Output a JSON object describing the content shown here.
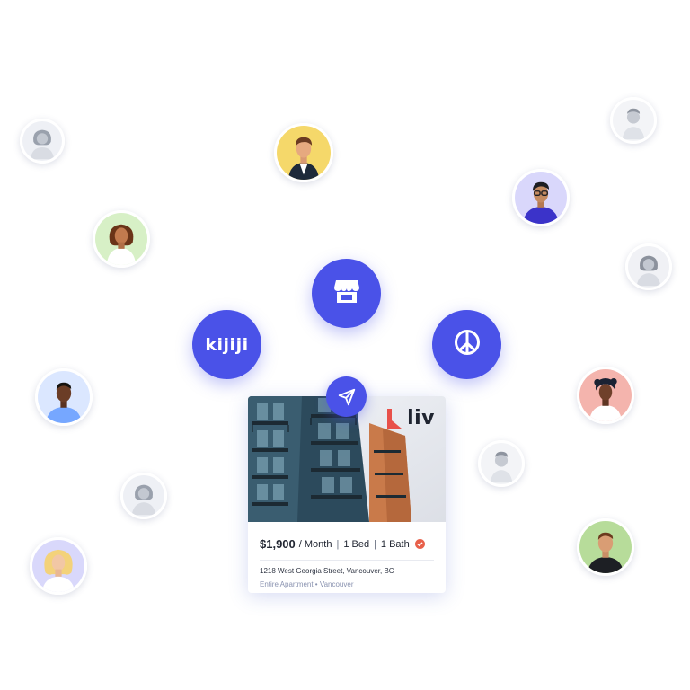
{
  "channels": {
    "kijiji": {
      "label": "kijiji",
      "icon": "kijiji-logo-icon"
    },
    "marketplace": {
      "icon": "storefront-icon"
    },
    "craigslist": {
      "icon": "peace-sign-icon"
    }
  },
  "send_button": {
    "icon": "send-icon"
  },
  "listing": {
    "brand": "liv",
    "price": "$1,900",
    "period": "/ Month",
    "beds": "1 Bed",
    "baths": "1 Bath",
    "address": "1218 West Georgia Street, Vancouver, BC",
    "type_location": "Entire Apartment • Vancouver",
    "verified_icon": "verified-check-icon"
  },
  "colors": {
    "accent": "#4a52e8",
    "brand_red": "#e8504a",
    "verified": "#e8604a"
  },
  "avatars": [
    {
      "name": "avatar-grey-woman-1",
      "style": "placeholder"
    },
    {
      "name": "avatar-man-yellow",
      "style": "illustrated"
    },
    {
      "name": "avatar-grey-man-topright",
      "style": "placeholder"
    },
    {
      "name": "avatar-woman-green",
      "style": "illustrated"
    },
    {
      "name": "avatar-man-glasses-purple",
      "style": "illustrated"
    },
    {
      "name": "avatar-grey-woman-right",
      "style": "placeholder"
    },
    {
      "name": "avatar-man-blue",
      "style": "illustrated"
    },
    {
      "name": "avatar-woman-red",
      "style": "illustrated"
    },
    {
      "name": "avatar-grey-woman-bottomleft",
      "style": "placeholder"
    },
    {
      "name": "avatar-grey-man-right",
      "style": "placeholder"
    },
    {
      "name": "avatar-woman-blonde",
      "style": "illustrated"
    },
    {
      "name": "avatar-man-green",
      "style": "illustrated"
    }
  ]
}
